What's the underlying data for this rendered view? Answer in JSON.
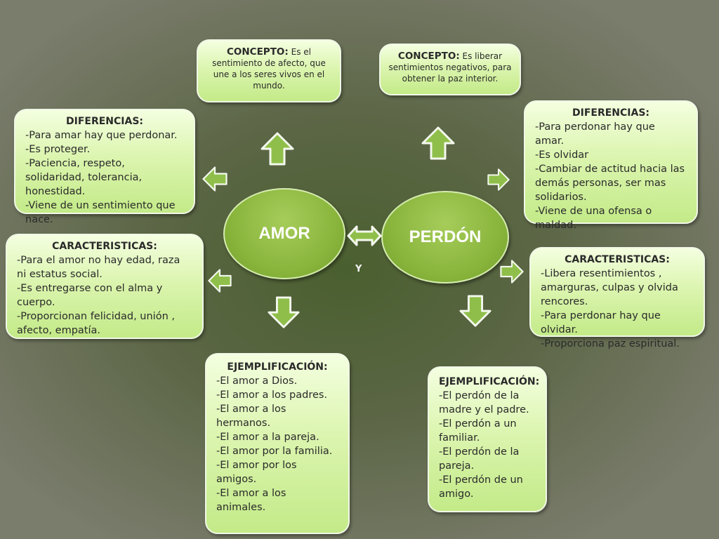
{
  "center": {
    "love": "AMOR",
    "forgiveness": "PERDÓN",
    "conjunction": "Y"
  },
  "amor": {
    "concept": {
      "title": "CONCEPTO:",
      "text": " Es el sentimiento de afecto, que une a los seres vivos en el mundo."
    },
    "differences": {
      "title": "DIFERENCIAS:",
      "items": [
        "Para amar hay que perdonar.",
        "Es proteger.",
        "Paciencia, respeto, solidaridad, tolerancia, honestidad.",
        "Viene de un sentimiento que nace."
      ]
    },
    "characteristics": {
      "title": "CARACTERISTICAS:",
      "items": [
        "Para el amor no hay edad, raza ni estatus social.",
        "Es entregarse con el alma y cuerpo.",
        "Proporcionan felicidad, unión , afecto, empatía."
      ]
    },
    "examples": {
      "title": "EJEMPLIFICACIÓN:",
      "items": [
        "El amor a Dios.",
        "El amor a los padres.",
        "El amor a los hermanos.",
        "El amor a la pareja.",
        "El amor por la familia.",
        "El amor por los amigos.",
        "El amor a los animales."
      ]
    }
  },
  "perdon": {
    "concept": {
      "title": "CONCEPTO:",
      "text": " Es  liberar sentimientos negativos, para obtener la paz interior."
    },
    "differences": {
      "title": "DIFERENCIAS:",
      "items": [
        "Para perdonar hay que amar.",
        "Es olvidar",
        "Cambiar de actitud hacia las demás personas, ser mas solidarios.",
        "Viene de una ofensa o maldad."
      ]
    },
    "characteristics": {
      "title": "CARACTERISTICAS:",
      "items": [
        "Libera resentimientos , amarguras, culpas y olvida rencores.",
        "Para perdonar hay que olvidar.",
        "Proporciona paz espiritual."
      ]
    },
    "examples": {
      "title": "EJEMPLIFICACIÓN:",
      "items": [
        "El perdón  de la madre y el padre.",
        "El perdón a un familiar.",
        "El perdón de la pareja.",
        "El perdón de un amigo."
      ]
    }
  },
  "colors": {
    "oval": "#8ab63d",
    "box": "#d6f2a8",
    "arrow": "#8fbf4a",
    "background": "#5b6645"
  }
}
